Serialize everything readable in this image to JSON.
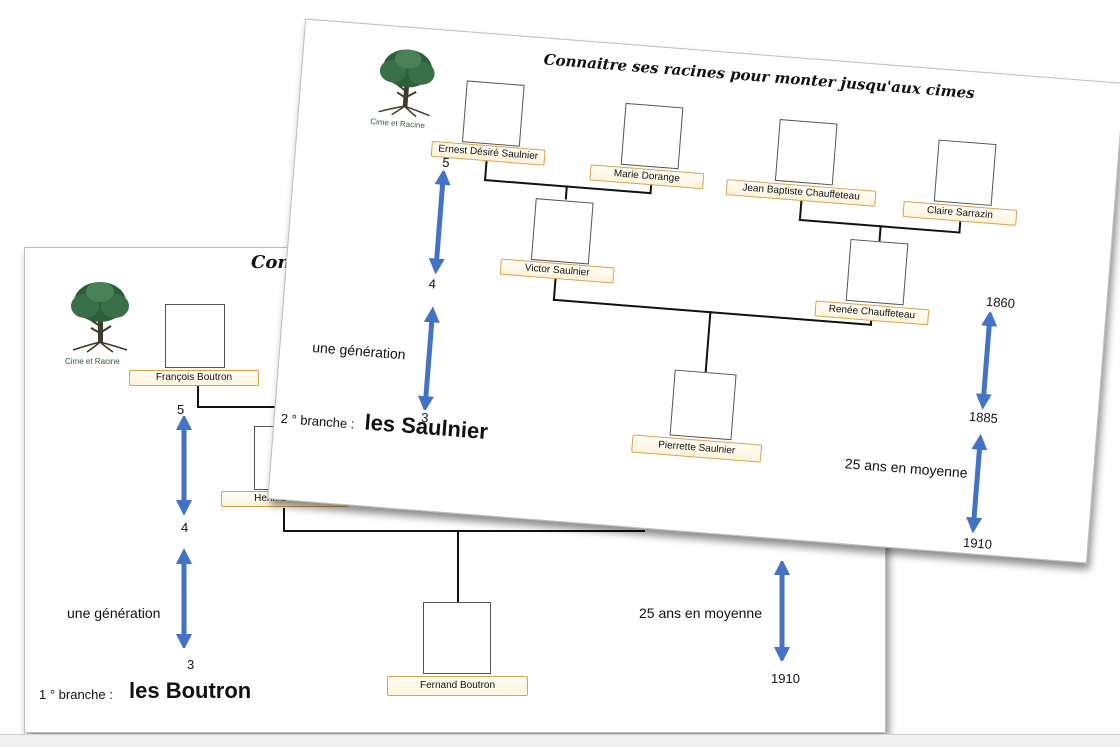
{
  "logo": {
    "caption": "Cime et Racine",
    "icon": "tree-icon"
  },
  "sheet1": {
    "title": "Connai",
    "branch_prefix": "1 ° branche :",
    "branch_name": "les Boutron",
    "labels": {
      "p1": "François Boutron",
      "p2": "Henri Boutron",
      "p3": "Fernand Boutron"
    },
    "numbers": {
      "n5": "5",
      "n4": "4",
      "n3": "3"
    },
    "generation": "une génération",
    "average": "25 ans en moyenne",
    "year": "1910"
  },
  "sheet2": {
    "title": "Connaitre ses racines pour monter jusqu'aux cimes",
    "branch_prefix": "2 ° branche :",
    "branch_name": "les Saulnier",
    "labels": {
      "ernest": "Ernest Désiré Saulnier",
      "marie": "Marie Dorange",
      "jean": "Jean Baptiste Chauffeteau",
      "claire": "Claire Sarrazin",
      "victor": "Victor Saulnier",
      "renee": "Renée Chauffeteau",
      "pierrette": "Pierrette Saulnier"
    },
    "numbers": {
      "n5": "5",
      "n4": "4",
      "n3": "3"
    },
    "generation": "une génération",
    "average": "25 ans en moyenne",
    "years": {
      "y1860": "1860",
      "y1885": "1885",
      "y1910": "1910"
    }
  },
  "colors": {
    "arrow": "#4472c4",
    "scroll_border": "#d9a24a",
    "tree": "#2e5e3a"
  }
}
